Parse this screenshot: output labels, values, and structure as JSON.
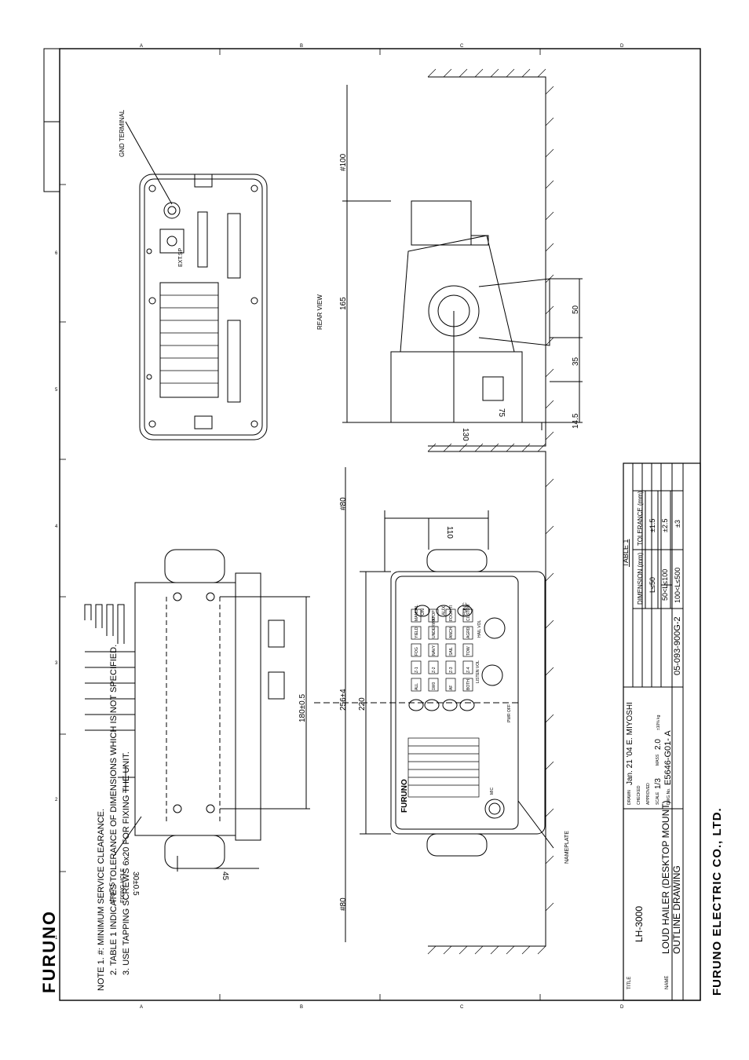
{
  "title_block": {
    "company": "FURUNO ELECTRIC CO., LTD.",
    "title_label": "TITLE",
    "title": "LH-3000",
    "name_label": "NAME",
    "name_line1": "LOUD HAILER (DESKTOP MOUNT)",
    "name_line2": "OUTLINE DRAWING",
    "drawn_label": "DRAWN",
    "drawn": "Jan. 21 '04   E. MIYOSHI",
    "checked_label": "CHECKED",
    "approved_label": "APPROVED",
    "scale_label": "SCALE",
    "scale": "1/3",
    "mass_label": "MASS",
    "mass": "2.0",
    "mass_unit": "±10% kg",
    "dwg_label": "DWG.No.",
    "dwg_no": "E5646-G01- A",
    "doc_no": "05-093-900G-2"
  },
  "logo": "FURUNO",
  "notes": {
    "line1": "NOTE 1.   #: MINIMUM SERVICE CLEARANCE.",
    "line2": "2.  TABLE 1 INDICATES TOLERANCE OF DIMENSIONS WHICH IS NOT SPECIFIED.",
    "line3": "3.  USE TAPPING SCREWS 6x20 FOR FIXING THE UNIT."
  },
  "table1": {
    "caption": "TABLE 1",
    "headers": [
      "DIMENSION (mm)",
      "TOLERANCE (mm)"
    ],
    "rows": [
      [
        "L≤50",
        "±1.5"
      ],
      [
        "50<L≤100",
        "±2.5"
      ],
      [
        "100<L≤500",
        "±3"
      ]
    ]
  },
  "labels": {
    "gnd_terminal": "GND TERMINAL",
    "rear_view": "REAR VIEW",
    "ext_sp": "EXT.SP",
    "fixing_hole_count": "4-φ7.5",
    "fixing_hole": "FIXING HOLE",
    "nameplate": "NAMEPLATE",
    "panel_brand": "FURUNO",
    "mic": "MIC",
    "pwr_off": "PWR OFF",
    "listen_vol": "LISTEN VOL",
    "hail_vol": "HAIL VOL"
  },
  "dimensions": {
    "d100": "#100",
    "d165": "165",
    "d50": "50",
    "d35": "35",
    "d14_5": "14.5",
    "d75": "75",
    "d130": "130",
    "d80_top": "#80",
    "d80_bottom": "#80",
    "d110": "110",
    "d220": "220",
    "d256": "256±4",
    "d180": "180±0.5",
    "d30": "30±0.5",
    "d45": "45"
  },
  "panel_buttons": [
    "ALL",
    "1W0",
    "AF",
    "BOTH",
    "Z-1",
    "Z-2",
    "Z-3",
    "Z-4",
    "FOG",
    "NAVY",
    "SAIL",
    "TOW",
    "YIELD",
    "UNDERWAY",
    "ANCH",
    "AGRD",
    "MANUAL",
    "STOP",
    "FOG/HTI",
    "CUSTOM"
  ],
  "panel_keys": [
    "ON",
    "AUX",
    "FUNC"
  ],
  "ruler_top": [
    "A",
    "B",
    "C",
    "D"
  ],
  "ruler_left": [
    "1",
    "2",
    "3",
    "4",
    "5",
    "6"
  ]
}
